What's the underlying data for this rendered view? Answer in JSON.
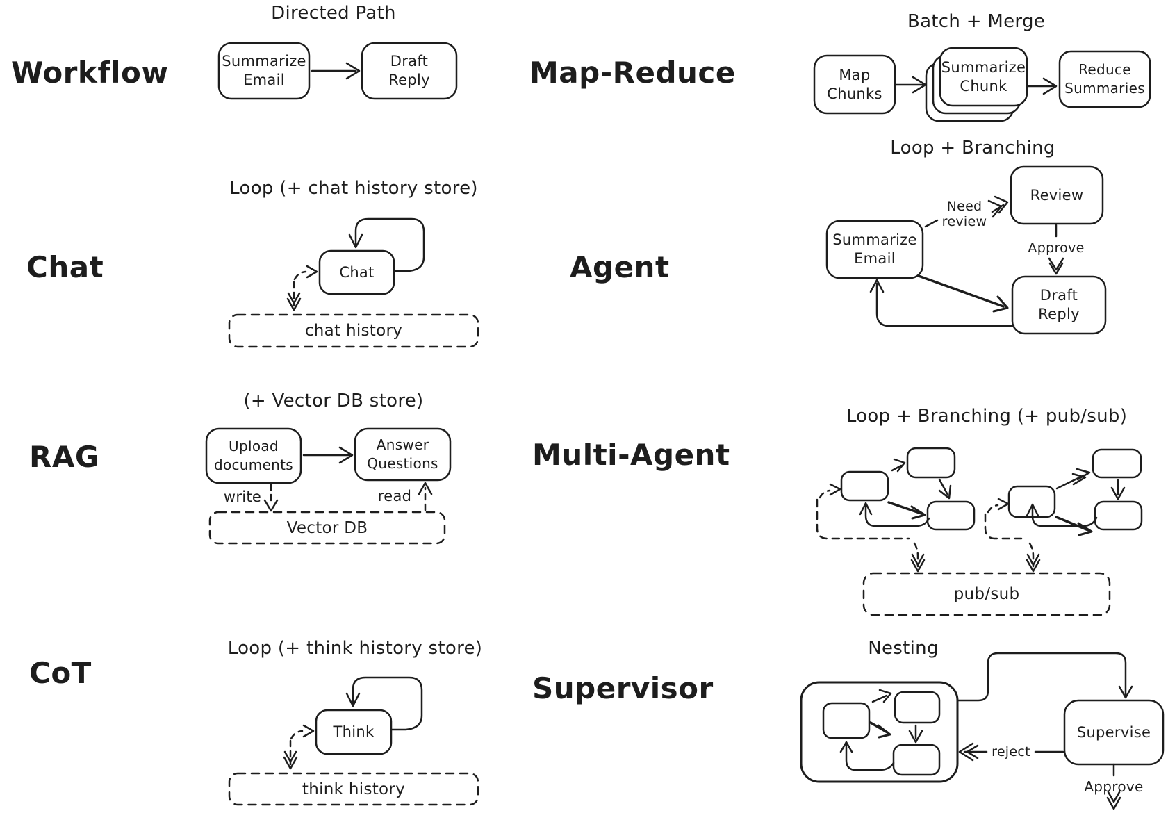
{
  "ink": "#1d1d1d",
  "background": "#ffffff",
  "sections": {
    "workflow": {
      "label": "Workflow",
      "title": "Directed Path",
      "node_summarize_email": [
        "Summarize",
        "Email"
      ],
      "node_draft_reply": [
        "Draft",
        "Reply"
      ]
    },
    "map_reduce": {
      "label": "Map-Reduce",
      "title": "Batch + Merge",
      "node_map_chunks": [
        "Map",
        "Chunks"
      ],
      "node_summarize_chunk": [
        "Summarize",
        "Chunk"
      ],
      "node_reduce_summaries": [
        "Reduce",
        "Summaries"
      ]
    },
    "chat": {
      "label": "Chat",
      "title": "Loop (+ chat history store)",
      "node_chat": "Chat",
      "store_chat_history": "chat history"
    },
    "agent": {
      "label": "Agent",
      "title": "Loop + Branching",
      "node_review": "Review",
      "node_summarize_email": [
        "Summarize",
        "Email"
      ],
      "node_draft_reply": [
        "Draft",
        "Reply"
      ],
      "edge_need_review": [
        "Need",
        "review"
      ],
      "edge_approve": "Approve"
    },
    "rag": {
      "label": "RAG",
      "title": "(+ Vector DB store)",
      "node_upload_documents": [
        "Upload",
        "documents"
      ],
      "node_answer_questions": [
        "Answer",
        "Questions"
      ],
      "edge_write": "write",
      "edge_read": "read",
      "store_vector_db": "Vector DB"
    },
    "multi_agent": {
      "label": "Multi-Agent",
      "title": "Loop + Branching (+ pub/sub)",
      "store_pubsub": "pub/sub"
    },
    "cot": {
      "label": "CoT",
      "title": "Loop (+ think history store)",
      "node_think": "Think",
      "store_think_history": "think history"
    },
    "supervisor": {
      "label": "Supervisor",
      "title": "Nesting",
      "node_supervise": "Supervise",
      "edge_reject": "reject",
      "edge_approve": "Approve"
    }
  }
}
